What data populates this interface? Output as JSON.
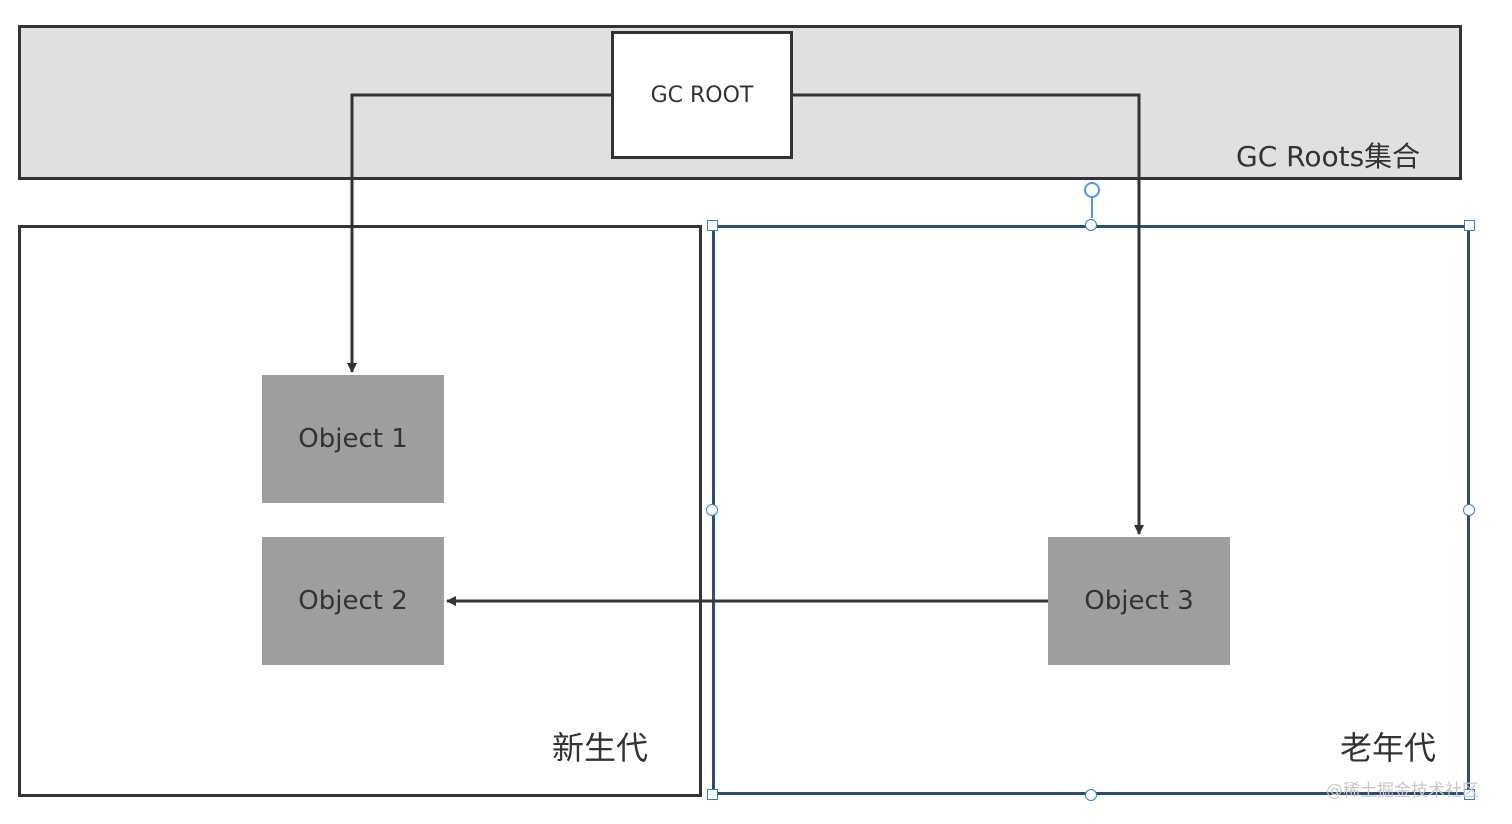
{
  "gc_roots": {
    "root_label": "GC ROOT",
    "collection_label": "GC Roots集合"
  },
  "generations": {
    "young": {
      "label": "新生代"
    },
    "old": {
      "label": "老年代"
    }
  },
  "objects": {
    "object1": "Object 1",
    "object2": "Object 2",
    "object3": "Object 3"
  },
  "watermark": "@稀土掘金技术社区",
  "colors": {
    "band_fill": "#e0e0e0",
    "object_fill": "#9e9e9e",
    "stroke": "#333333",
    "selection": "#2f7fd0",
    "old_gen_border": "#2b4e73"
  }
}
